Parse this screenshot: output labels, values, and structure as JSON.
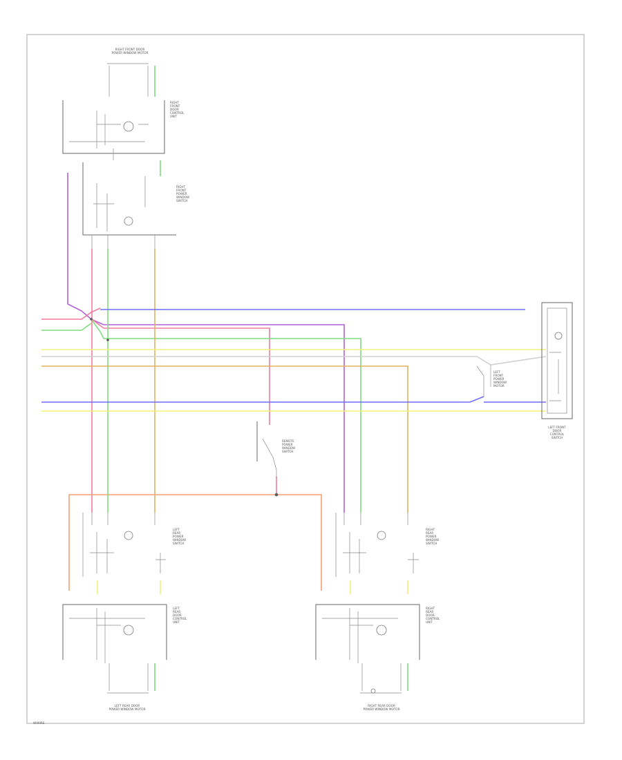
{
  "colors": {
    "frame": "#b8b8b8",
    "violet": "#b060d8",
    "pink": "#f07b9b",
    "green": "#7fdc7f",
    "orange": "#e0b060",
    "blue": "#6b6bff",
    "yellow": "#f2f07a",
    "light_gray": "#cfcfcf",
    "salmon": "#f5a070"
  },
  "labels": {
    "right_front_motor": "RIGHT FRONT DOOR\nPOWER WINDOW MOTOR",
    "right_front_switch": "RIGHT\nFRONT\nPOWER\nWINDOW\nSWITCH",
    "right_front_control_unit": "RIGHT\nFRONT\nDOOR\nCONTROL\nUNIT",
    "left_front_switch": "LEFT FRONT\nDOOR\nCONTROL\nSWITCH",
    "left_front_motor_module": "LEFT\nFRONT\nPOWER\nWINDOW\nMOTOR",
    "center_switch": "REMOTE\nPOWER\nWINDOW\nSWITCH",
    "left_rear_control": "LEFT\nREAR\nDOOR\nCONTROL\nUNIT",
    "left_rear_switch": "LEFT\nREAR\nPOWER\nWINDOW\nSWITCH",
    "left_rear_motor": "LEFT REAR DOOR\nPOWER WINDOW MOTOR",
    "right_rear_control": "RIGHT\nREAR\nDOOR\nCONTROL\nUNIT",
    "right_rear_switch": "RIGHT\nREAR\nPOWER\nWINDOW\nSWITCH",
    "right_rear_motor": "RIGHT REAR DOOR\nPOWER WINDOW MOTOR",
    "corner_tag": "W/WIRE"
  }
}
